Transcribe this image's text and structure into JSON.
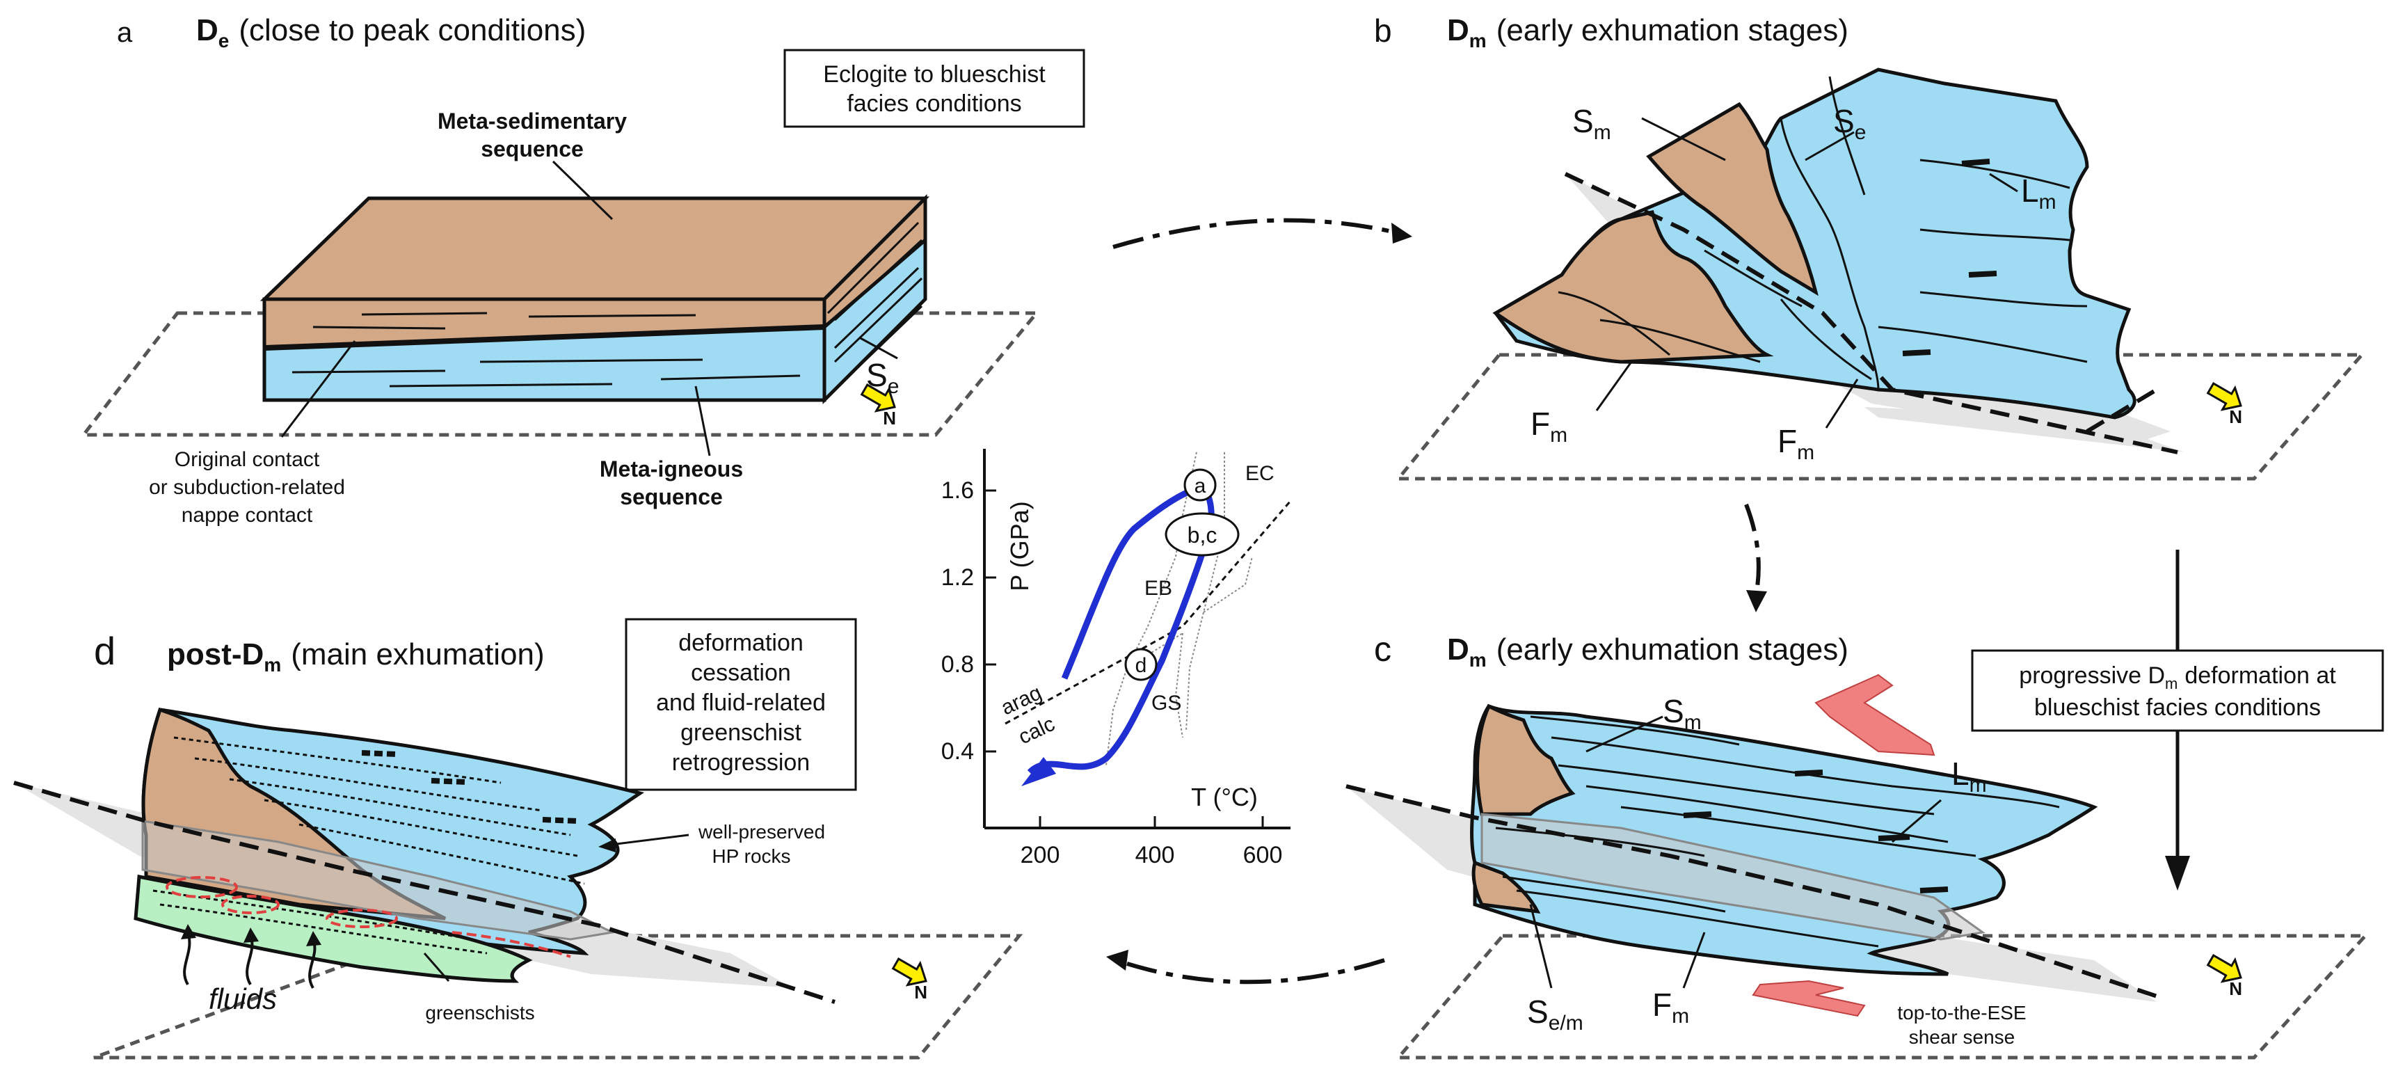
{
  "colors": {
    "meta_sedimentary": "#d2a887",
    "meta_igneous": "#9fdcf3",
    "greenschist": "#b8f0c4",
    "shear_arrow": "#f08080",
    "north_arrow": "#ffee00",
    "pt_path": "#1f2fd1",
    "fault_plane": "#e4e4e4"
  },
  "panel_a": {
    "letter": "a",
    "title_main": "D",
    "title_sub": "e",
    "title_rest": "(close to peak conditions)",
    "box_line1": "Eclogite to blueschist",
    "box_line2": "facies conditions",
    "meta_sed_line1": "Meta-sedimentary",
    "meta_sed_line2": "sequence",
    "meta_ign_line1": "Meta-igneous",
    "meta_ign_line2": "sequence",
    "contact_line1": "Original contact",
    "contact_line2": "or subduction-related",
    "contact_line3": "nappe contact",
    "se_main": "S",
    "se_sub": "e",
    "north": "N"
  },
  "panel_b": {
    "letter": "b",
    "title_main": "D",
    "title_sub": "m",
    "title_rest": "(early exhumation stages)",
    "sm_main": "S",
    "sm_sub": "m",
    "se_main": "S",
    "se_sub": "e",
    "lm_main": "L",
    "lm_sub": "m",
    "fm1_main": "F",
    "fm1_sub": "m",
    "fm2_main": "F",
    "fm2_sub": "m",
    "north": "N"
  },
  "panel_c": {
    "letter": "c",
    "title_main": "D",
    "title_sub": "m",
    "title_rest": "(early exhumation stages)",
    "sm_main": "S",
    "sm_sub": "m",
    "lm_main": "L",
    "lm_sub": "m",
    "sem_main": "S",
    "sem_sub": "e/m",
    "fm_main": "F",
    "fm_sub": "m",
    "shear_line1": "top-to-the-ESE",
    "shear_line2": "shear sense",
    "north": "N"
  },
  "panel_d": {
    "letter": "d",
    "title_main": "post-D",
    "title_sub": "m",
    "title_rest": "(main exhumation)",
    "box_line1": "deformation",
    "box_line2": "cessation",
    "box_line3": "and fluid-related",
    "box_line4": "greenschist",
    "box_line5": "retrogression",
    "hp_line1": "well-preserved",
    "hp_line2": "HP rocks",
    "fluids": "fluids",
    "greenschists": "greenschists",
    "north": "N"
  },
  "progressive_box": {
    "line1_pre": "progressive D",
    "line1_sub": "m",
    "line1_post": "deformation at",
    "line2": "blueschist facies conditions"
  },
  "pt_diagram": {
    "y_label": "P (GPa)",
    "x_label": "T (°C)",
    "y_ticks": [
      "1.6",
      "1.2",
      "0.8",
      "0.4"
    ],
    "x_ticks": [
      "200",
      "400",
      "600"
    ],
    "fields": [
      "EC",
      "EB",
      "GS"
    ],
    "arag": "arag",
    "calc": "calc",
    "point_a": "a",
    "point_bc": "b,c",
    "point_d": "d"
  }
}
